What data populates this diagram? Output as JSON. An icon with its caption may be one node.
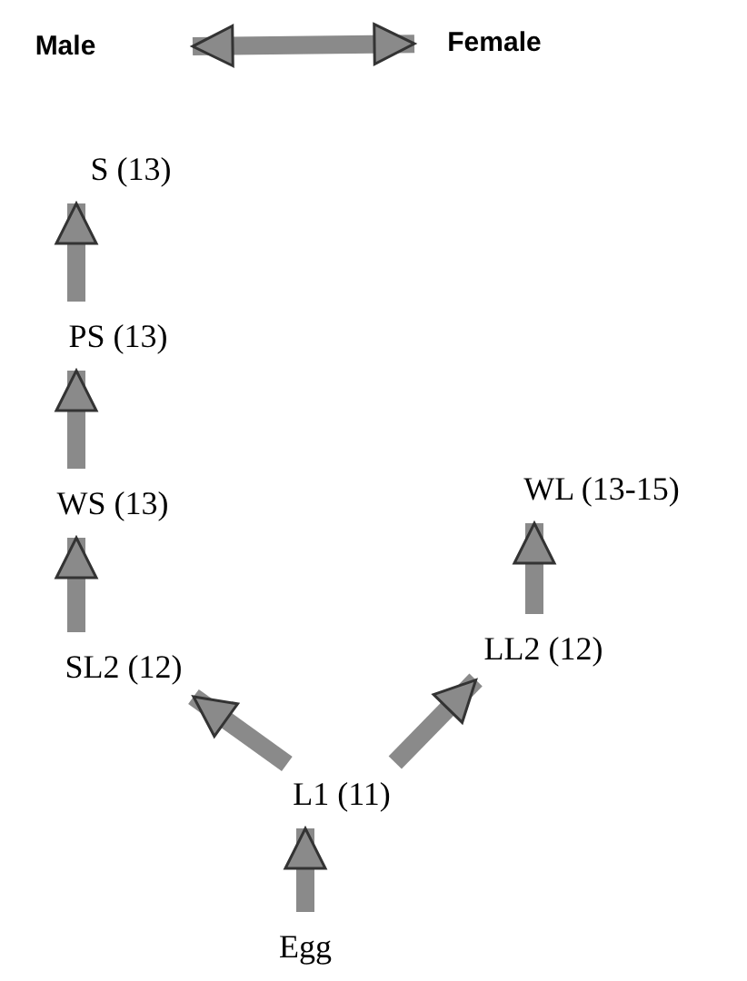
{
  "diagram": {
    "nodes": [
      {
        "text": [
          "Male"
        ]
      },
      {
        "text": [
          "Female"
        ]
      },
      {
        "text": [
          "S (13)"
        ]
      },
      {
        "text": [
          "PS (13)"
        ]
      },
      {
        "text": [
          "WS (13)"
        ]
      },
      {
        "text": [
          "SL2 (12)"
        ]
      },
      {
        "text": [
          "WL (13-15)"
        ]
      },
      {
        "text": [
          "LL2 (12)"
        ]
      },
      {
        "text": [
          "L1 (11)"
        ]
      },
      {
        "text": [
          "Egg"
        ]
      }
    ],
    "edges": [
      {
        "from": 0,
        "to": 1,
        "arrow": "both"
      },
      {
        "from": 9,
        "to": 8,
        "arrow": "to"
      },
      {
        "from": 8,
        "to": 5,
        "arrow": "to"
      },
      {
        "from": 8,
        "to": 7,
        "arrow": "to"
      },
      {
        "from": 5,
        "to": 4,
        "arrow": "to"
      },
      {
        "from": 4,
        "to": 3,
        "arrow": "to"
      },
      {
        "from": 3,
        "to": 2,
        "arrow": "to"
      },
      {
        "from": 7,
        "to": 6,
        "arrow": "to"
      }
    ]
  }
}
